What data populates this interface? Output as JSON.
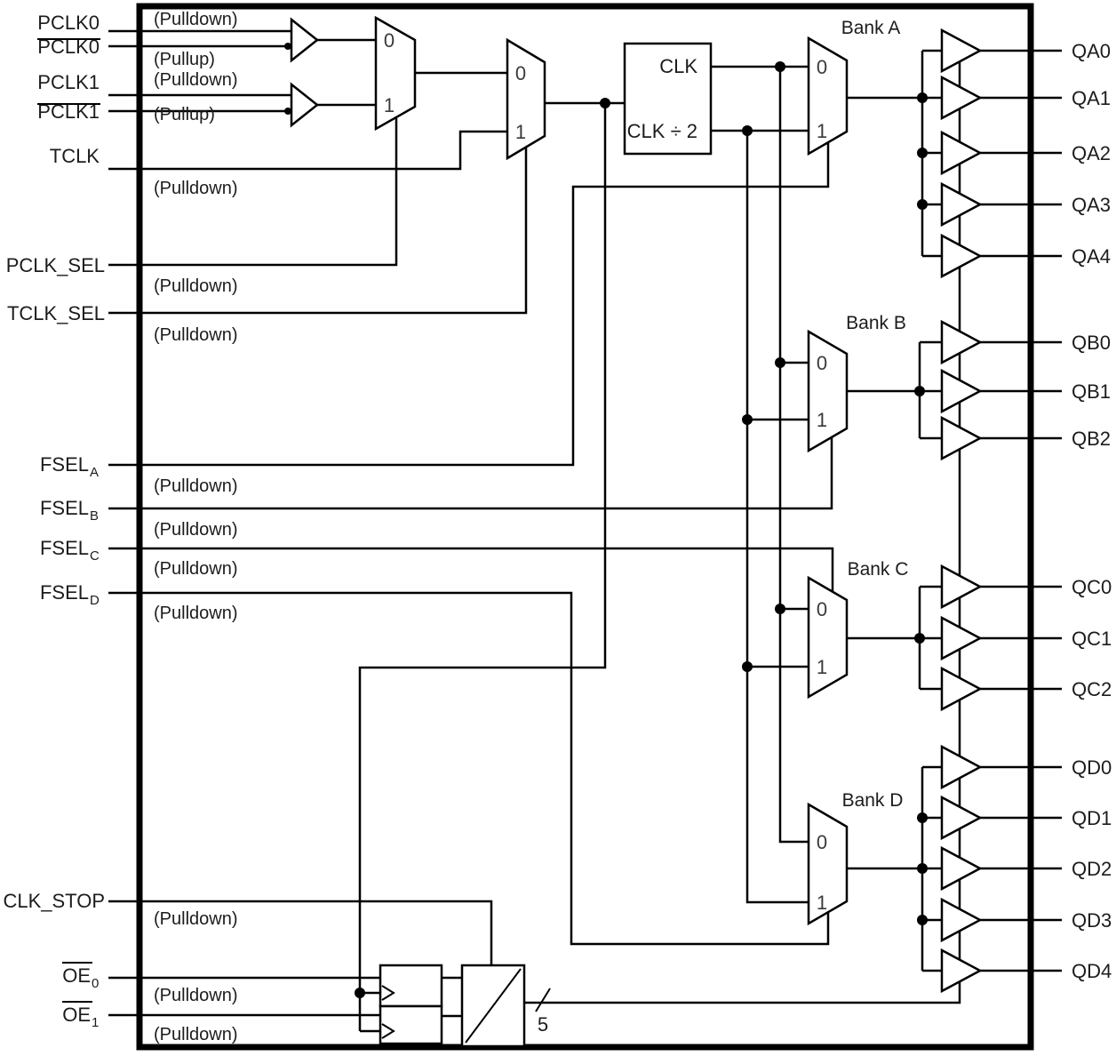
{
  "diagram": {
    "inputs": [
      {
        "id": "pclk0",
        "label": "PCLK0",
        "pull": "(Pulldown)",
        "overline": false
      },
      {
        "id": "pclk0_n",
        "label": "PCLK0",
        "pull": "(Pullup)",
        "overline": true
      },
      {
        "id": "pclk1",
        "label": "PCLK1",
        "pull": "(Pulldown)",
        "overline": false
      },
      {
        "id": "pclk1_n",
        "label": "PCLK1",
        "pull": "(Pullup)",
        "overline": true
      },
      {
        "id": "tclk",
        "label": "TCLK",
        "pull": "(Pulldown)",
        "overline": false
      },
      {
        "id": "pclk_sel",
        "label": "PCLK_SEL",
        "pull": "(Pulldown)",
        "overline": false
      },
      {
        "id": "tclk_sel",
        "label": "TCLK_SEL",
        "pull": "(Pulldown)",
        "overline": false
      },
      {
        "id": "fsel_a",
        "label": "FSEL",
        "sub": "A",
        "pull": "(Pulldown)",
        "overline": false
      },
      {
        "id": "fsel_b",
        "label": "FSEL",
        "sub": "B",
        "pull": "(Pulldown)",
        "overline": false
      },
      {
        "id": "fsel_c",
        "label": "FSEL",
        "sub": "C",
        "pull": "(Pulldown)",
        "overline": false
      },
      {
        "id": "fsel_d",
        "label": "FSEL",
        "sub": "D",
        "pull": "(Pulldown)",
        "overline": false
      },
      {
        "id": "clk_stop",
        "label": "CLK_STOP",
        "pull": "(Pulldown)",
        "overline": false
      },
      {
        "id": "oe0",
        "label": "OE",
        "sub": "0",
        "pull": "(Pulldown)",
        "overline": true
      },
      {
        "id": "oe1",
        "label": "OE",
        "sub": "1",
        "pull": "(Pulldown)",
        "overline": true
      }
    ],
    "divider": {
      "out_top": "CLK",
      "out_bottom": "CLK ÷ 2"
    },
    "mux": {
      "in0": "0",
      "in1": "1"
    },
    "banks": [
      {
        "name": "Bank A",
        "outputs": [
          "QA0",
          "QA1",
          "QA2",
          "QA3",
          "QA4"
        ]
      },
      {
        "name": "Bank B",
        "outputs": [
          "QB0",
          "QB1",
          "QB2"
        ]
      },
      {
        "name": "Bank C",
        "outputs": [
          "QC0",
          "QC1",
          "QC2"
        ]
      },
      {
        "name": "Bank D",
        "outputs": [
          "QD0",
          "QD1",
          "QD2",
          "QD3",
          "QD4"
        ]
      }
    ],
    "bus_width": "5"
  }
}
